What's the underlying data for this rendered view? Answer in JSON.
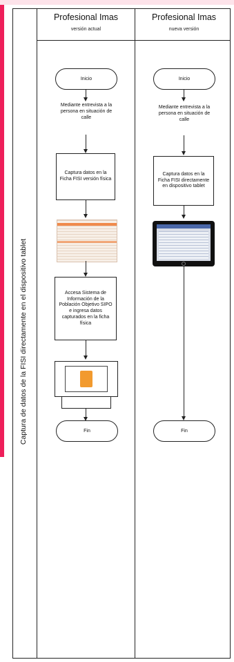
{
  "lane_label": "Captura de datos de la FISI directamente en el dispositivo tablet",
  "columns": [
    {
      "title": "Profesional Imas",
      "subtitle": "versión actual",
      "nodes": {
        "start": "Inicio",
        "step1": "Mediante entrevista a la persona en situación de calle",
        "step2": "Captura datos en la Ficha FISI versión física",
        "step3": "Accesa Sistema de Información de la Población Objetivo SIPO e ingresa datos capturados en la ficha física",
        "end": "Fin"
      }
    },
    {
      "title": "Profesional Imas",
      "subtitle": "nueva versión",
      "nodes": {
        "start": "Inicio",
        "step1": "Mediante entrevista a la persona en situación de calle",
        "step2": "Captura datos en la Ficha FISI directamente en dispositivo tablet",
        "end": "Fin"
      }
    }
  ],
  "colors": {
    "accent": "#ee1f5a",
    "line": "#222222"
  },
  "icons": [
    "paper-form-image",
    "tablet-device-image",
    "document-with-app-icon"
  ]
}
